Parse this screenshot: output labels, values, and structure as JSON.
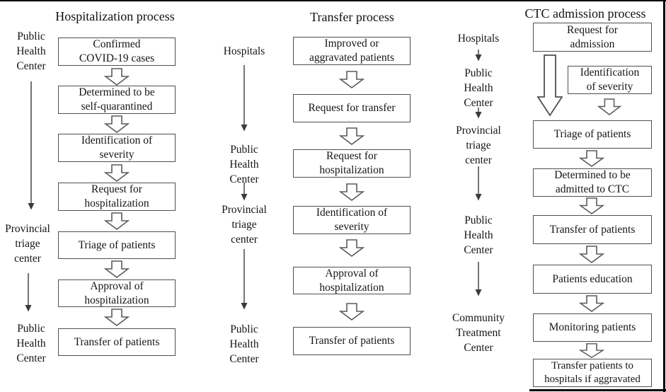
{
  "hospitalization": {
    "title": "Hospitalization process",
    "actors": [
      "Public\nHealth\nCenter",
      "Provincial\ntriage\ncenter",
      "Public\nHealth\nCenter"
    ],
    "boxes": [
      "Confirmed\nCOVID-19 cases",
      "Determined to be\nself-quarantined",
      "Identification of\nseverity",
      "Request for\nhospitalization",
      "Triage of patients",
      "Approval of\nhospitalization",
      "Transfer of patients"
    ]
  },
  "transfer": {
    "title": "Transfer process",
    "actors": [
      "Hospitals",
      "Public\nHealth\nCenter",
      "Provincial\ntriage\ncenter",
      "Public\nHealth\nCenter"
    ],
    "boxes": [
      "Improved or\naggravated patients",
      "Request for transfer",
      "Request for\nhospitalization",
      "Identification of\nseverity",
      "Approval of\nhospitalization",
      "Transfer of patients"
    ]
  },
  "ctc_admission": {
    "title": "CTC admission process",
    "actors": [
      "Hospitals",
      "Public\nHealth\nCenter",
      "Provincial\ntriage\ncenter",
      "Public\nHealth\nCenter",
      "Community\nTreatment\nCenter"
    ],
    "boxes": [
      "Request for\nadmission",
      "Identification\nof severity",
      "Triage of patients",
      "Determined to be\nadmitted to CTC",
      "Transfer of patients",
      "Patients education",
      "Monitoring patients",
      "Transfer patients to\nhospitals if aggravated"
    ]
  },
  "colors": {
    "box_border": "#4f4f4f",
    "block_arrow_outline": "#5a5a5a",
    "actor_arrow": "#3a3a3a",
    "frame": "#000000",
    "text": "#111111"
  }
}
